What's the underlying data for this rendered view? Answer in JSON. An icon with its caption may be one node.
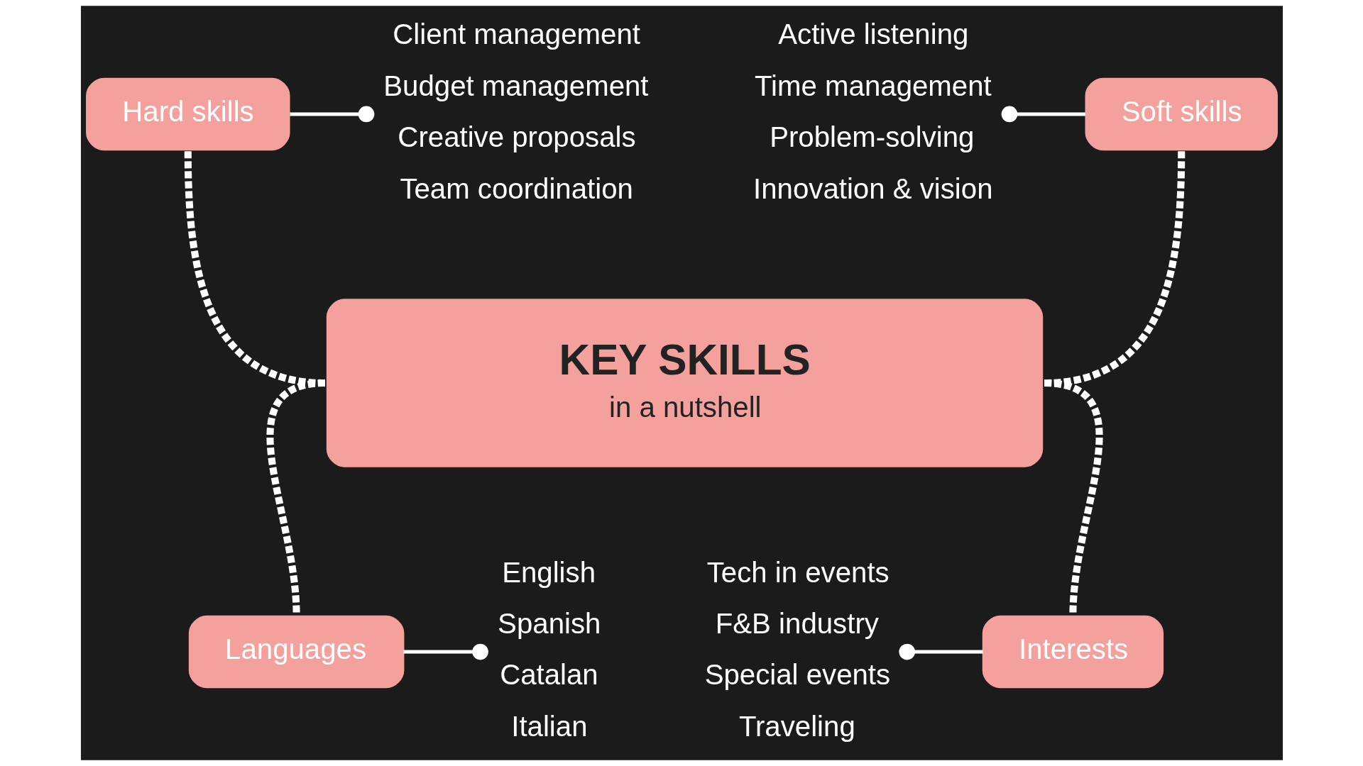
{
  "diagram": {
    "nodes": [
      {
        "text": [
          "Hard skills"
        ]
      },
      {
        "text": [
          "Client management",
          "Budget management",
          "Creative proposals",
          "Team coordination"
        ]
      },
      {
        "text": [
          "Active listening",
          "Time management",
          "Problem-solving",
          "Innovation & vision"
        ]
      },
      {
        "text": [
          "Soft skills"
        ]
      },
      {
        "text": [
          "KEY SKILLS",
          "in a nutshell"
        ]
      },
      {
        "text": [
          "Languages"
        ]
      },
      {
        "text": [
          "English",
          "Spanish",
          "Catalan",
          "Italian"
        ]
      },
      {
        "text": [
          "Tech in events",
          "F&B industry",
          "Special events",
          "Traveling"
        ]
      },
      {
        "text": [
          "Interests"
        ]
      }
    ],
    "edges": [
      {
        "from": 0,
        "to": 4,
        "arrow": "none",
        "style": "dashed"
      },
      {
        "from": 3,
        "to": 4,
        "arrow": "none",
        "style": "dashed"
      },
      {
        "from": 4,
        "to": 5,
        "arrow": "none",
        "style": "dashed"
      },
      {
        "from": 4,
        "to": 8,
        "arrow": "none",
        "style": "dashed"
      },
      {
        "from": 0,
        "to": 1,
        "arrow": "other"
      },
      {
        "from": 2,
        "to": 3,
        "arrow": "other"
      },
      {
        "from": 5,
        "to": 6,
        "arrow": "other"
      },
      {
        "from": 7,
        "to": 8,
        "arrow": "other"
      }
    ]
  }
}
